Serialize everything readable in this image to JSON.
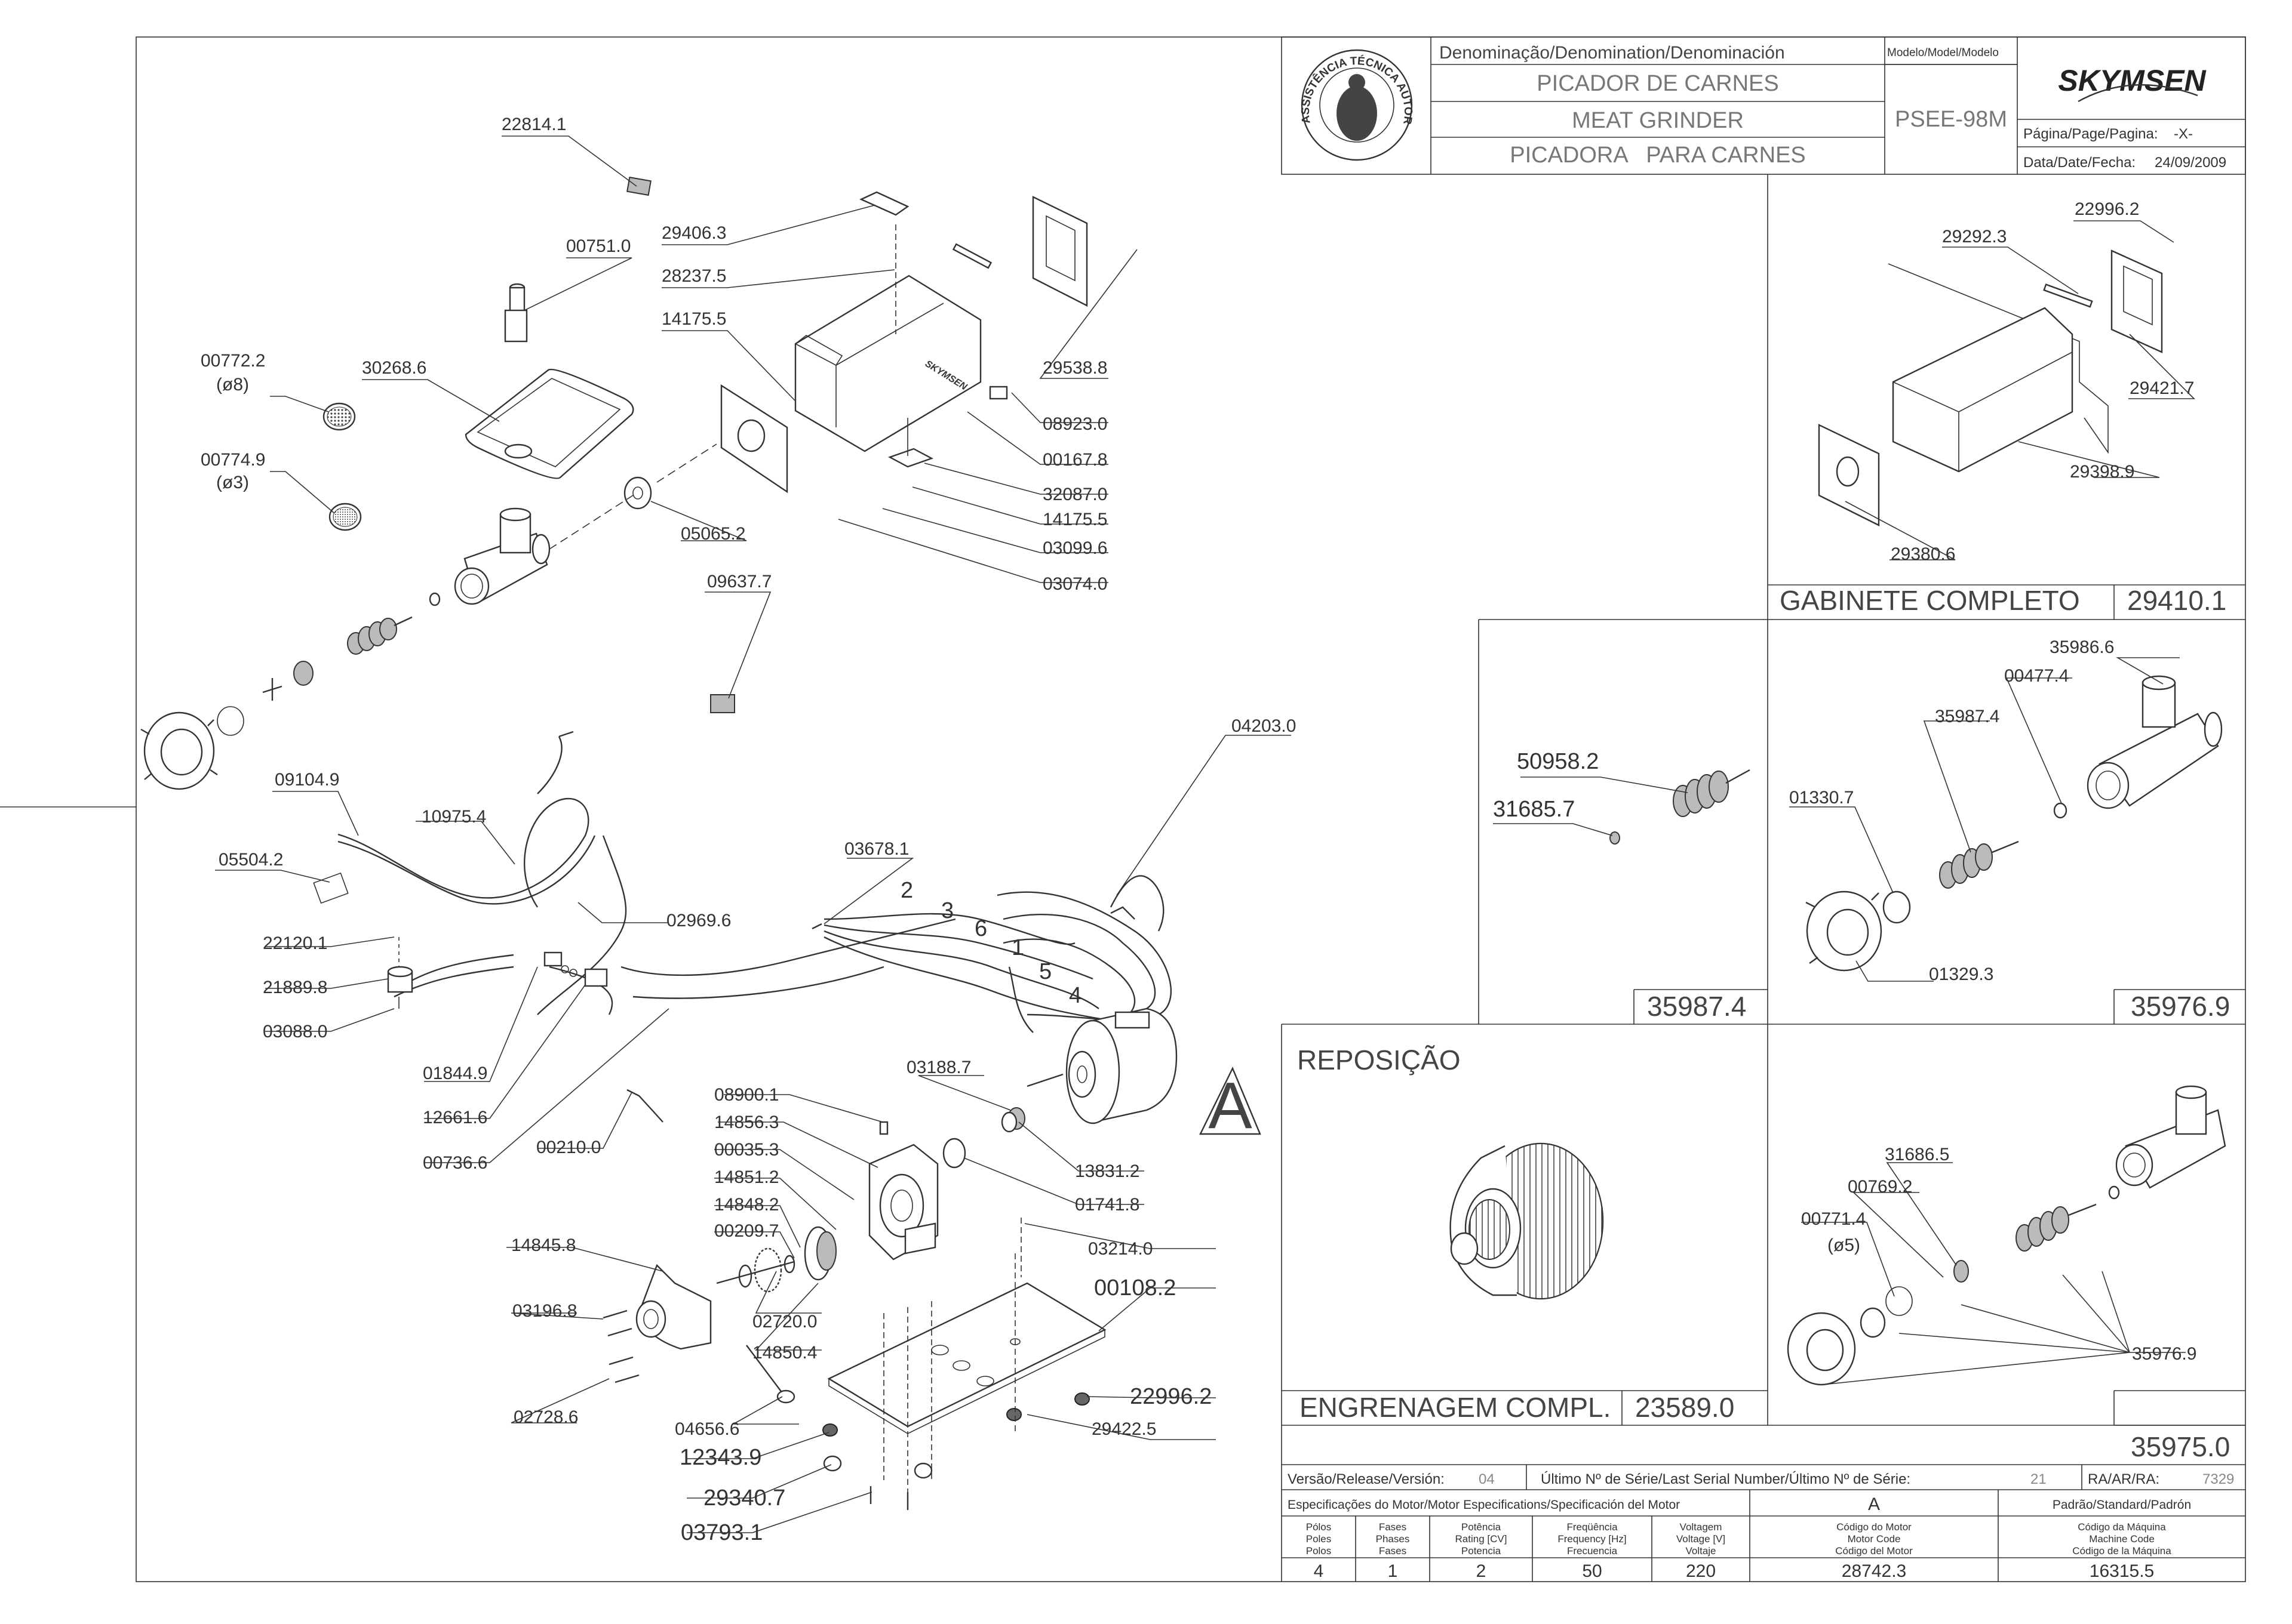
{
  "title_block": {
    "denomination_header": "Denominação/Denomination/Denominación",
    "name_pt": "PICADOR DE CARNES",
    "name_en": "MEAT GRINDER",
    "name_es": "PICADORA   PARA CARNES",
    "model_header": "Modelo/Model/Modelo",
    "model": "PSEE-98M",
    "brand": "SKYMSEN",
    "page_label": "Página/Page/Pagina:",
    "page_value": "-X-",
    "date_label": "Data/Date/Fecha:",
    "date_value": "24/09/2009",
    "seal_text": "ASSISTÊNCIA TÉCNICA AUTORIZADA"
  },
  "main_labels": [
    "22814.1",
    "00751.0",
    "29406.3",
    "28237.5",
    "14175.5",
    "30268.6",
    "00772.2",
    "(ø8)",
    "00774.9",
    "(ø3)",
    "29538.8",
    "08923.0",
    "00167.8",
    "32087.0",
    "14175.5",
    "03099.6",
    "03074.0",
    "05065.2",
    "09637.7",
    "09104.9",
    "10975.4",
    "05504.2",
    "22120.1",
    "21889.8",
    "03088.0",
    "02969.6",
    "03678.1",
    "04203.0",
    "01844.9",
    "12661.6",
    "00736.6",
    "00210.0",
    "03188.7",
    "13831.2",
    "01741.8",
    "08900.1",
    "14856.3",
    "00035.3",
    "14851.2",
    "14848.2",
    "00209.7",
    "14845.8",
    "03196.8",
    "02720.0",
    "14850.4",
    "02728.6",
    "04656.6",
    "03214.0",
    "00108.2",
    "22996.2",
    "29422.5",
    "12343.9",
    "29340.7",
    "03793.1"
  ],
  "wire_numbers": [
    "2",
    "3",
    "6",
    "1",
    "5",
    "4"
  ],
  "motor_label": "A",
  "cabinet_box": {
    "labels": [
      "22996.2",
      "29292.3",
      "29421.7",
      "29398.9",
      "29380.6"
    ],
    "caption": "GABINETE COMPLETO",
    "code": "29410.1"
  },
  "auger_box": {
    "labels": [
      "50958.2",
      "31685.7"
    ],
    "code": "35987.4"
  },
  "head_box_1": {
    "labels": [
      "35986.6",
      "00477.4",
      "35987.4",
      "01330.7",
      "01329.3"
    ],
    "code": "35976.9"
  },
  "head_box_2": {
    "labels": [
      "31686.5",
      "00769.2",
      "00771.4",
      "(ø5)",
      "35976.9"
    ],
    "code": "35975.0"
  },
  "reposicao": {
    "title": "REPOSIÇÃO",
    "caption": "ENGRENAGEM COMPL.",
    "code": "23589.0"
  },
  "version_row": {
    "version_label": "Versão/Release/Versión:",
    "version_value": "04",
    "serial_label": "Último Nº de Série/Last Serial Number/Último Nº de Série:",
    "serial_value": "21",
    "ra_label": "RA/AR/RA:",
    "ra_value": "7329"
  },
  "motor_spec": {
    "header": "Especificações do Motor/Motor Especifications/Specificación del Motor",
    "motor_ref": "A",
    "standard_header": "Padrão/Standard/Padrón",
    "columns": [
      [
        "Pólos",
        "Poles",
        "Polos"
      ],
      [
        "Fases",
        "Phases",
        "Fases"
      ],
      [
        "Potência",
        "Rating [CV]",
        "Potencia"
      ],
      [
        "Freqüência",
        "Frequency [Hz]",
        "Frecuencia"
      ],
      [
        "Voltagem",
        "Voltage [V]",
        "Voltaje"
      ],
      [
        "Código do Motor",
        "Motor Code",
        "Código del Motor"
      ],
      [
        "Código da Máquina",
        "Machine Code",
        "Código de la Máquina"
      ]
    ],
    "values": [
      "4",
      "1",
      "2",
      "50",
      "220",
      "28742.3",
      "16315.5"
    ]
  }
}
